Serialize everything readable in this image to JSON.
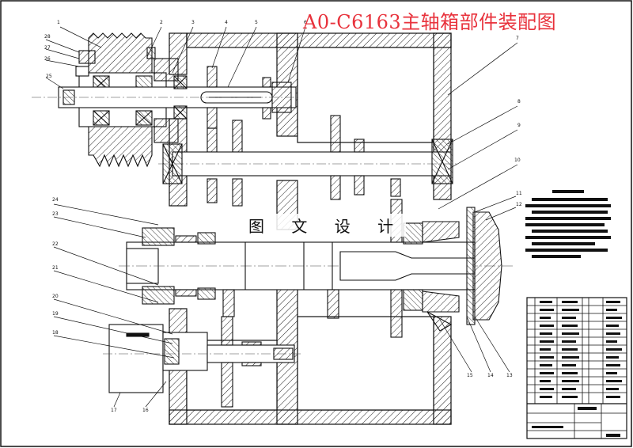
{
  "drawing": {
    "title": "A0-C6163主轴箱部件装配图",
    "watermark": "图 文 设 计"
  },
  "callouts": [
    {
      "id": "c1",
      "text": "1"
    },
    {
      "id": "c2",
      "text": "2"
    },
    {
      "id": "c3",
      "text": "3"
    },
    {
      "id": "c4",
      "text": "4"
    },
    {
      "id": "c5",
      "text": "5"
    },
    {
      "id": "c6",
      "text": "6"
    },
    {
      "id": "c7",
      "text": "7"
    },
    {
      "id": "c8",
      "text": "8"
    },
    {
      "id": "c9",
      "text": "9"
    },
    {
      "id": "c10",
      "text": "10"
    },
    {
      "id": "c11",
      "text": "11"
    },
    {
      "id": "c12",
      "text": "12"
    },
    {
      "id": "c13",
      "text": "13"
    },
    {
      "id": "c14",
      "text": "14"
    },
    {
      "id": "c15",
      "text": "15"
    },
    {
      "id": "c16",
      "text": "16"
    },
    {
      "id": "c17",
      "text": "17"
    },
    {
      "id": "c18",
      "text": "18"
    },
    {
      "id": "c19",
      "text": "19"
    },
    {
      "id": "c20",
      "text": "20"
    },
    {
      "id": "c21",
      "text": "21"
    },
    {
      "id": "c22",
      "text": "22"
    },
    {
      "id": "c23",
      "text": "23"
    },
    {
      "id": "c24",
      "text": "24"
    },
    {
      "id": "c25",
      "text": "25"
    },
    {
      "id": "c26",
      "text": "26"
    },
    {
      "id": "c27",
      "text": "27"
    },
    {
      "id": "c28",
      "text": "28"
    }
  ],
  "colors": {
    "title": "#e8323c",
    "line": "#111111",
    "hatch": "#222222",
    "centerline": "#444444"
  }
}
